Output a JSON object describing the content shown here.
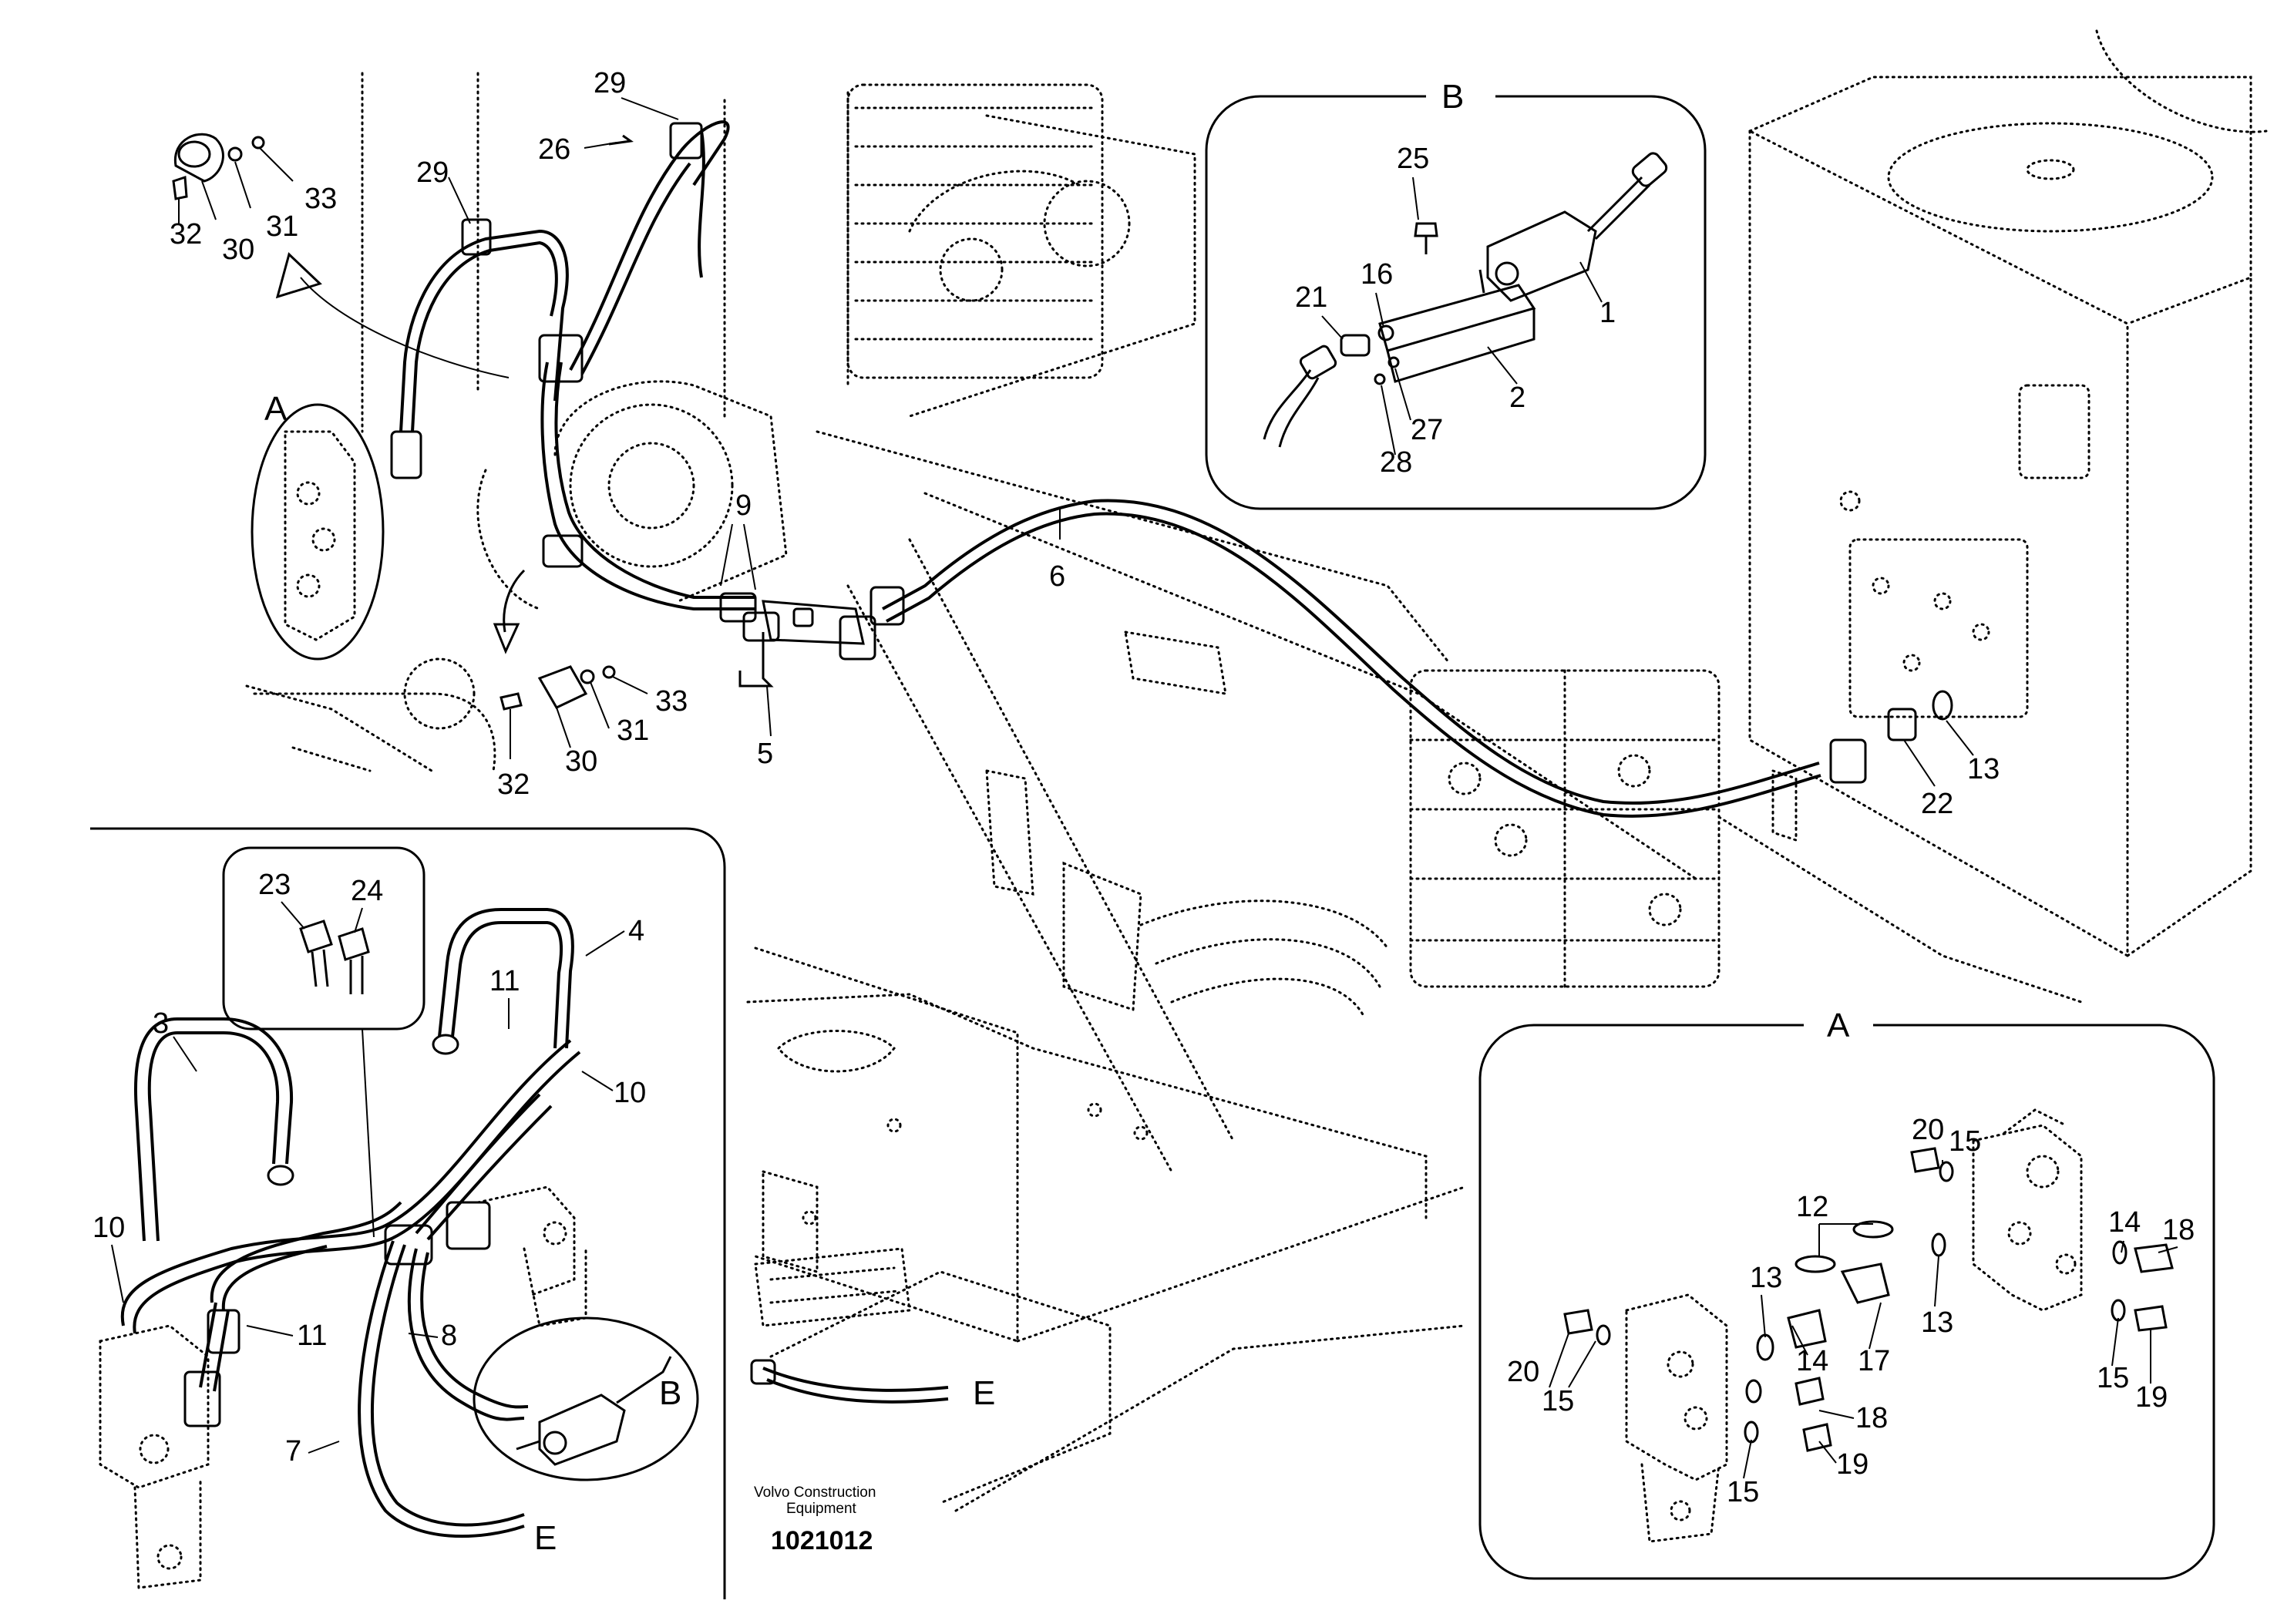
{
  "labels": {
    "n1": "1",
    "n2": "2",
    "n3": "3",
    "n4": "4",
    "n5": "5",
    "n6": "6",
    "n7": "7",
    "n8": "8",
    "n9": "9",
    "n10": "10",
    "n11": "11",
    "n12": "12",
    "n13": "13",
    "n14": "14",
    "n15": "15",
    "n16": "16",
    "n17": "17",
    "n18": "18",
    "n19": "19",
    "n20": "20",
    "n21": "21",
    "n22": "22",
    "n23": "23",
    "n24": "24",
    "n25": "25",
    "n26": "26",
    "n27": "27",
    "n28": "28",
    "n29": "29",
    "n30": "30",
    "n31": "31",
    "n32": "32",
    "n33": "33"
  },
  "views": {
    "detail_a": "A",
    "detail_b": "B",
    "connector_e": "E"
  },
  "footer": {
    "brand_line1": "Volvo Construction",
    "brand_line2": "Equipment",
    "drawing_number": "1021012"
  }
}
